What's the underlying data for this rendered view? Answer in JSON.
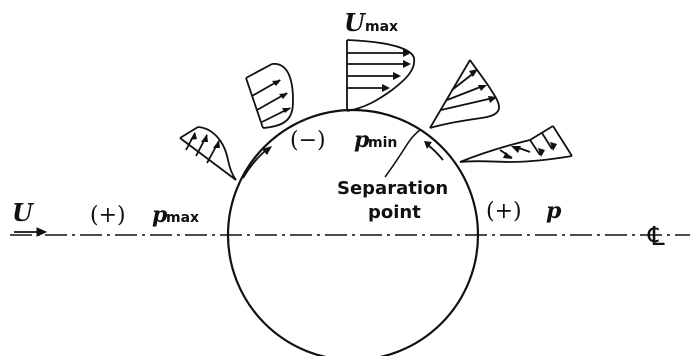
{
  "labels": {
    "free_stream": "U",
    "u_max_symbol": "U",
    "u_max_sub": "max",
    "p_max_sign": "(+)",
    "p_max_symbol": "p",
    "p_max_sub": "max",
    "p_min_sign": "(−)",
    "p_min_symbol": "p",
    "p_min_sub": "min",
    "p_right_sign": "(+)",
    "p_right_symbol": "p",
    "separation_line1": "Separation",
    "separation_line2": "point",
    "centerline_symbol": "℄"
  },
  "colors": {
    "ink": "#111111",
    "background": "#ffffff"
  }
}
